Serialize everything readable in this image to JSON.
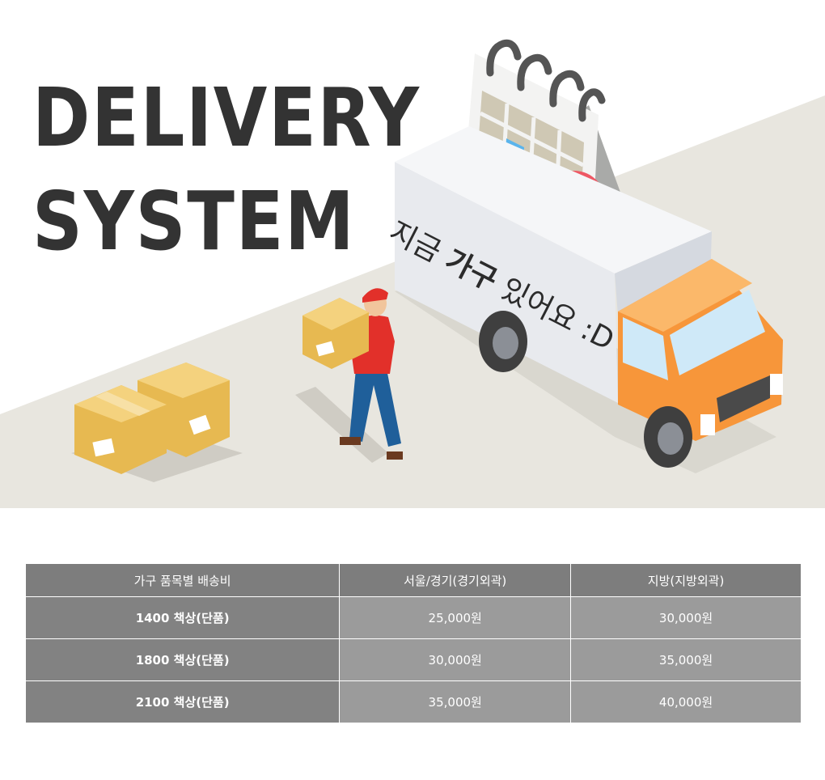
{
  "hero": {
    "headline_line1": "DELIVERY",
    "headline_line2": "SYSTEM",
    "truck_text_prefix": "지금 ",
    "truck_text_bold": "가구",
    "truck_text_suffix": " 있어요 :D"
  },
  "colors": {
    "headline": "#333333",
    "road": "#e8e6df",
    "truck_cab": "#f7963a",
    "box": "#edc35e",
    "calendar_check": "#ee5864",
    "table_header": "#7d7d7d",
    "table_label": "#828282",
    "table_value": "#9b9b9b"
  },
  "table": {
    "headers": [
      "가구 품목별 배송비",
      "서울/경기(경기외곽)",
      "지방(지방외곽)"
    ],
    "rows": [
      {
        "item": "1400 책상(단품)",
        "seoul": "25,000원",
        "local": "30,000원"
      },
      {
        "item": "1800 책상(단품)",
        "seoul": "30,000원",
        "local": "35,000원"
      },
      {
        "item": "2100 책상(단품)",
        "seoul": "35,000원",
        "local": "40,000원"
      }
    ]
  }
}
